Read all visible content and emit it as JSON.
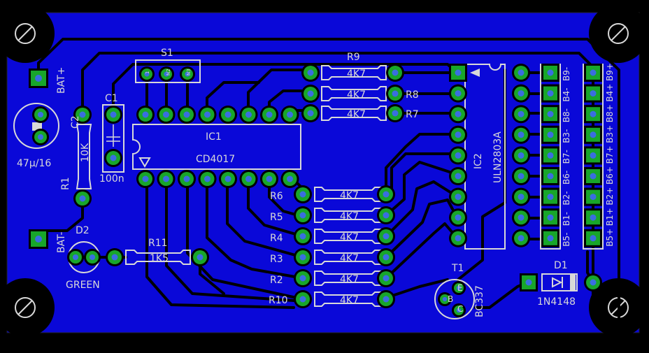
{
  "colors": {
    "board": "#0a08d8",
    "trace": "#000000",
    "pad_ring": "#18a62a",
    "drill": "#3a6ee0",
    "silkscreen": "#d8d8d8",
    "background": "#000000"
  },
  "labels": {
    "s1": "S1",
    "s1_pins": [
      "1",
      "N2",
      "N3"
    ],
    "bat_plus": "BAT+",
    "bat_minus": "BAT-",
    "c2": "C2",
    "c2_value": "47µ/16",
    "c1": "C1",
    "c1_value": "100n",
    "r1": "R1",
    "r1_value": "10K",
    "ic1": "IC1",
    "ic1_part": "CD4017",
    "ic2": "IC2",
    "ic2_part": "ULN2803A",
    "r9": "R9",
    "r8": "R8",
    "r7": "R7",
    "r6": "R6",
    "r5": "R5",
    "r4": "R4",
    "r3": "R3",
    "r2": "R2",
    "r10": "R10",
    "r_value": "4K7",
    "r11": "R11",
    "r11_value": "1K5",
    "d2": "D2",
    "d2_color": "GREEN",
    "d1": "D1",
    "d1_part": "1N4148",
    "t1": "T1",
    "t1_part": "BC337",
    "t1_pins": [
      "E",
      "B",
      "C"
    ],
    "conn_left": [
      "B9-",
      "B4-",
      "B8-",
      "B3-",
      "B7-",
      "B6-",
      "B2-",
      "B1-",
      "B5-"
    ],
    "conn_right": [
      "B9+",
      "B4+",
      "B8+",
      "B3+",
      "B7+",
      "B6+",
      "B2+",
      "B1+",
      "B5+"
    ]
  }
}
